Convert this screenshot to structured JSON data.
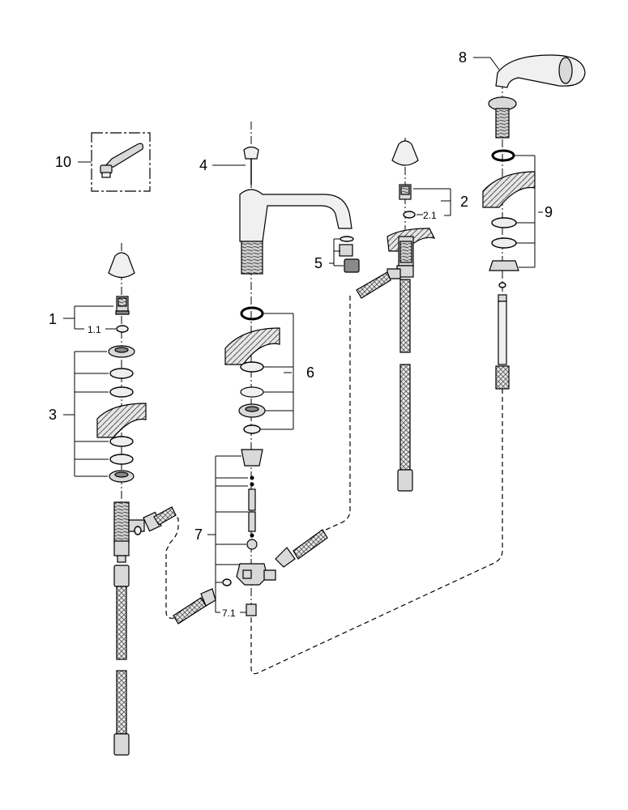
{
  "callouts": {
    "c1": "1",
    "c1_1": "1.1",
    "c2": "2",
    "c2_1": "2.1",
    "c3": "3",
    "c4": "4",
    "c5": "5",
    "c6": "6",
    "c7": "7",
    "c7_1": "7.1",
    "c8": "8",
    "c9": "9",
    "c10": "10"
  }
}
